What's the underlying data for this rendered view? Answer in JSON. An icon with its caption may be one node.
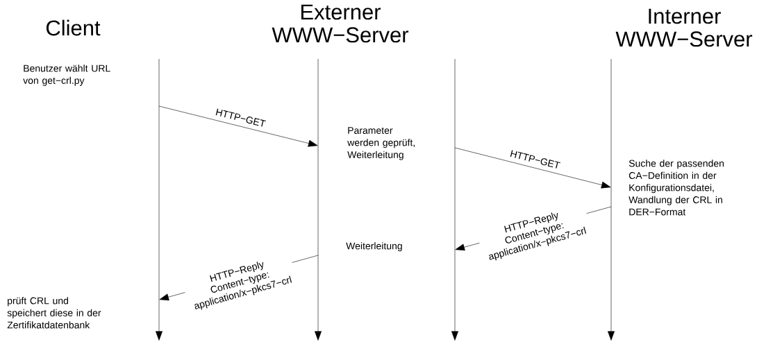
{
  "diagram": {
    "nodes": [
      {
        "text": [
          "Client"
        ]
      },
      {
        "text": [
          "Externer WWW−Server"
        ]
      },
      {
        "text": [
          "Interner WWW−Server"
        ]
      },
      {
        "text": [],
        "shape": "bar"
      },
      {
        "text": [],
        "shape": "bar"
      },
      {
        "text": [],
        "shape": "bar"
      },
      {
        "text": [],
        "shape": "bar"
      }
    ],
    "edges": [
      {
        "from": 3,
        "to": 4,
        "arrow": "to",
        "label": "HTTP−GET"
      },
      {
        "from": 5,
        "to": 6,
        "arrow": "to",
        "label": "HTTP−GET"
      },
      {
        "from": 6,
        "to": 5,
        "arrow": "to",
        "label": "HTTP−Reply Content−type: application/x−pkcs7−crl"
      },
      {
        "from": 4,
        "to": 3,
        "arrow": "to",
        "label": "HTTP−Reply Content−type: application/x−pkcs7−crl"
      }
    ],
    "labels": [
      "Benutzer wählt URL von get−crl.py",
      "Parameter werden geprüft, Weiterleitung",
      "Suche der passenden CA−Definition in der Konfigurationsdatei, Wandlung der CRL in DER−Format",
      "Weiterleitung",
      "prüft CRL und speichert diese in der Zertifikatdatenbank"
    ]
  }
}
